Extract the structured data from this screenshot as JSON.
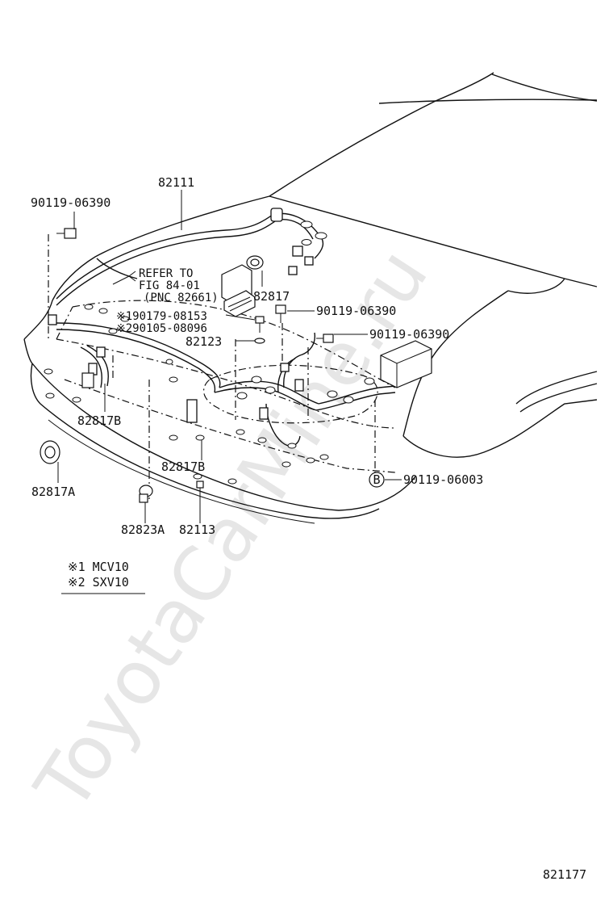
{
  "watermark": "ToyotaCarMine.ru",
  "labels": {
    "p82111": "82111",
    "p90119_06390_a": "90119-06390",
    "refer_to": "REFER TO",
    "fig": "FIG 84-01",
    "pnc": "(PNC 82661)",
    "p82817": "82817",
    "p90119_06390_b": "90119-06390",
    "p190179": "※190179-08153",
    "p290105": "※290105-08096",
    "p82123": "82123",
    "p90119_06390_c": "90119-06390",
    "p82817B_a": "82817B",
    "p82817B_b": "82817B",
    "p82817A": "82817A",
    "p82823A": "82823A",
    "p82113": "82113",
    "circle_b": "B",
    "p90119_06003": "90119-06003"
  },
  "legend": {
    "line1": "※1 MCV10",
    "line2": "※2 SXV10"
  },
  "figure_number": "821177"
}
